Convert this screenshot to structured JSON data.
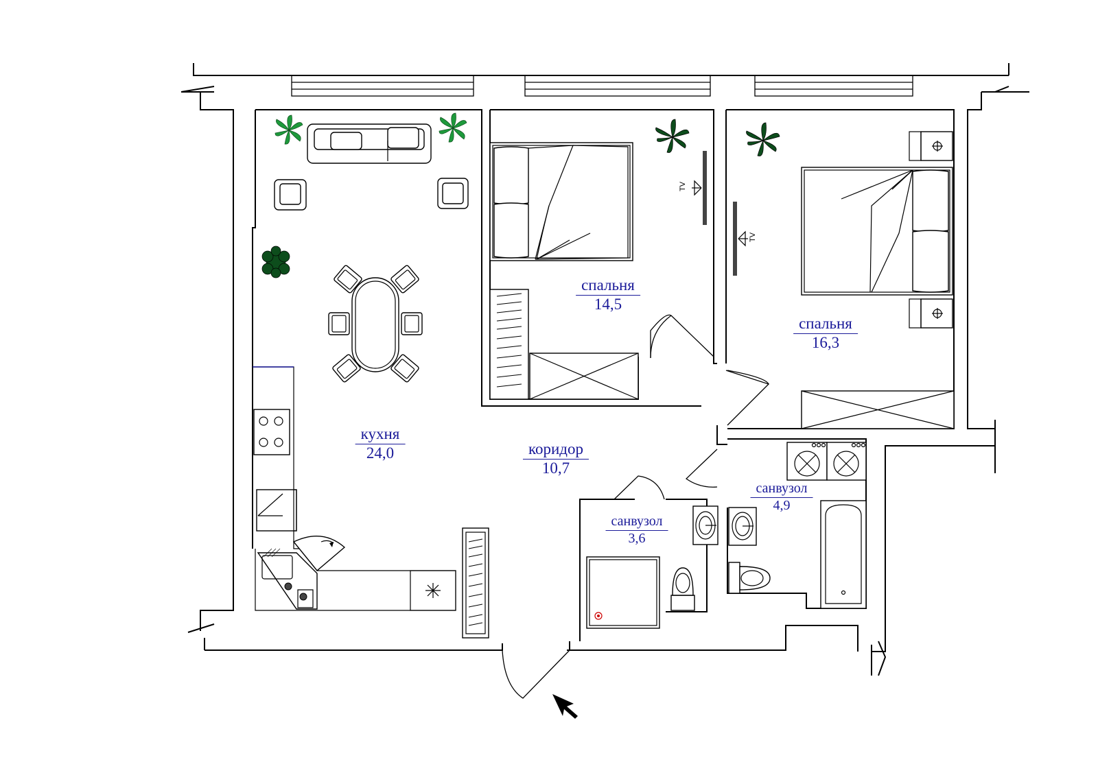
{
  "rooms": [
    {
      "id": "kitchen",
      "name": "кухня",
      "area": "24,0"
    },
    {
      "id": "corridor",
      "name": "коридор",
      "area": "10,7"
    },
    {
      "id": "bedroom1",
      "name": "спальня",
      "area": "14,5"
    },
    {
      "id": "bedroom2",
      "name": "спальня",
      "area": "16,3"
    },
    {
      "id": "bathroom1",
      "name": "санвузол",
      "area": "3,6"
    },
    {
      "id": "bathroom2",
      "name": "санвузол",
      "area": "4,9"
    }
  ],
  "tv_label": "TV",
  "colors": {
    "label": "#1a1a99",
    "plant_green": "#1e9a3c",
    "plant_dark": "#0d4d1c",
    "wall": "#000000"
  },
  "icons": [
    "plant-icon",
    "sofa-icon",
    "armchair-icon",
    "dining-table-icon",
    "chair-icon",
    "bed-icon",
    "wardrobe-icon",
    "tv-icon",
    "stove-icon",
    "sink-icon",
    "washing-machine-icon",
    "toilet-icon",
    "bathtub-icon",
    "shower-icon",
    "entrance-arrow-icon"
  ]
}
